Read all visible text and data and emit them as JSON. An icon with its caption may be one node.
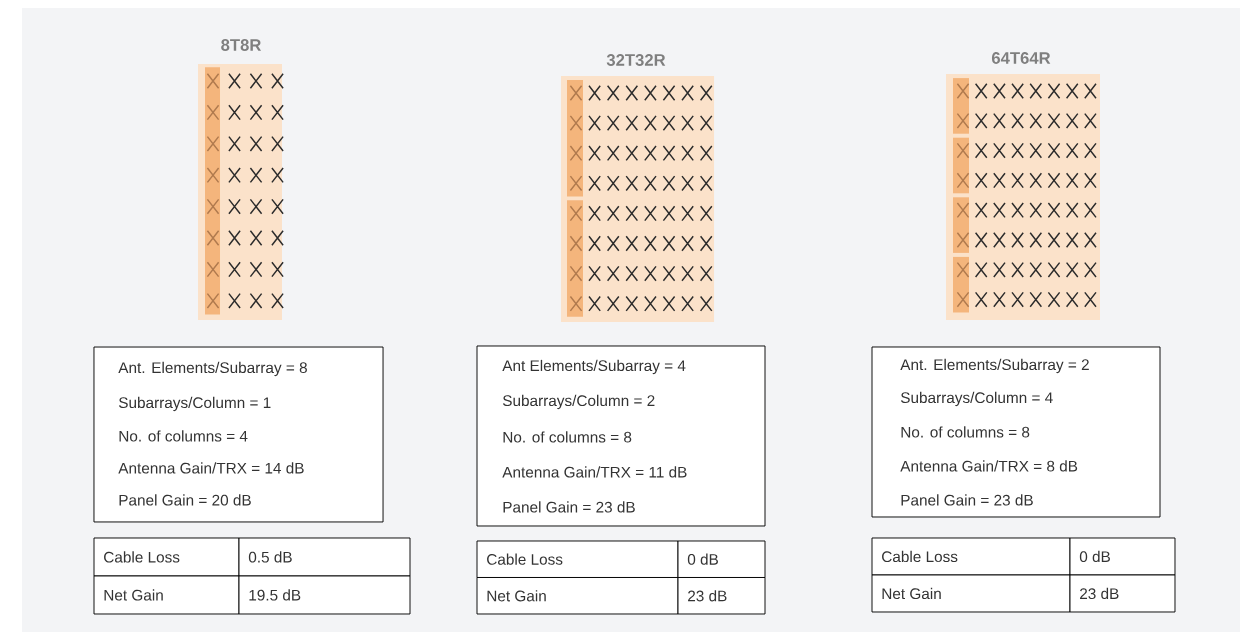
{
  "diagram": {
    "nodes": [
      {
        "text": [
          "8T8R"
        ]
      },
      {
        "text": [
          "32T32R"
        ]
      },
      {
        "text": [
          "64T64R"
        ]
      },
      {
        "text": [
          "Ant. Elements/Subarray = 8",
          "Subarrays/Column = 1",
          "No. of columns = 4",
          "Antenna Gain/TRX = 14 dB",
          "Panel Gain = 20 dB"
        ]
      },
      {
        "text": [
          "Ant Elements/Subarray = 4",
          "Subarrays/Column = 2",
          "No. of columns = 8",
          "Antenna Gain/TRX = 11 dB",
          "Panel Gain = 23 dB"
        ]
      },
      {
        "text": [
          "Ant. Elements/Subarray = 2",
          "Subarrays/Column = 4",
          "No. of columns = 8",
          "Antenna Gain/TRX = 8 dB",
          "Panel Gain = 23 dB"
        ]
      }
    ],
    "labels": [
      "Cable Loss",
      "0.5 dB",
      "Net Gain",
      "19.5 dB",
      "Cable Loss",
      "0 dB",
      "Net Gain",
      "23 dB",
      "Cable Loss",
      "0 dB",
      "Net Gain",
      "23 dB"
    ]
  }
}
